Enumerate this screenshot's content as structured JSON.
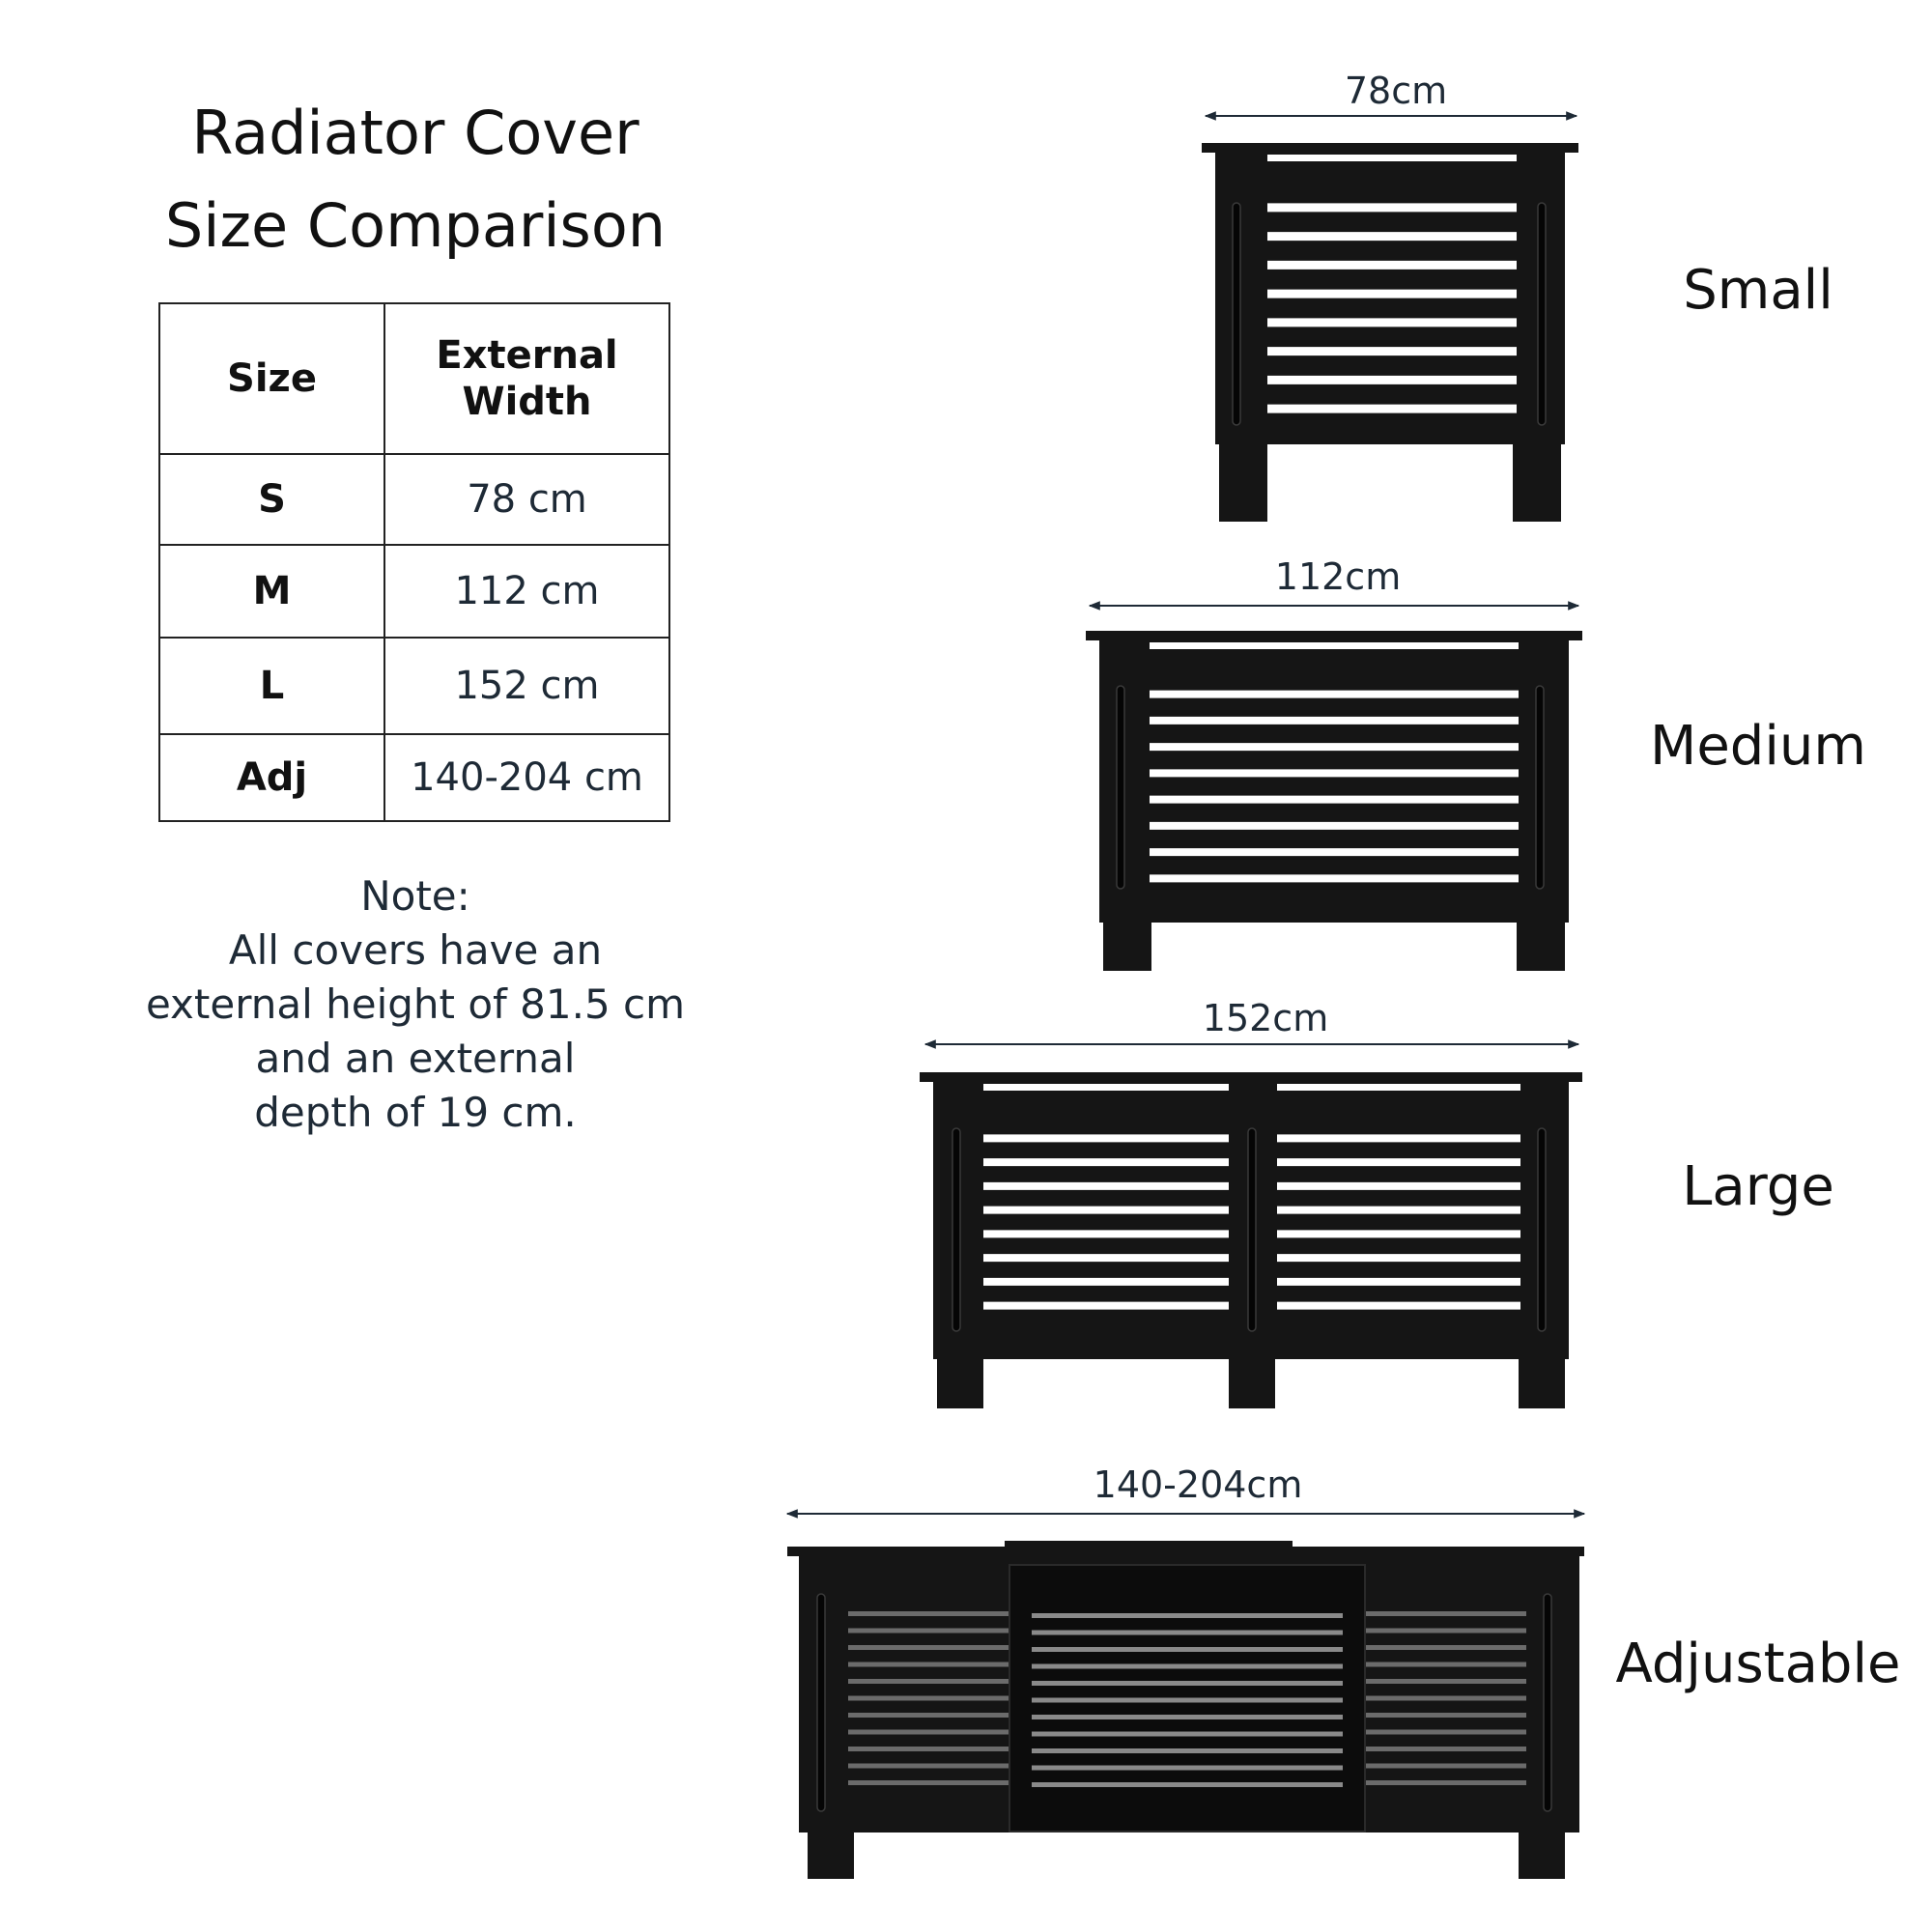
{
  "title": {
    "line1": "Radiator Cover",
    "line2": "Size Comparison"
  },
  "table": {
    "headers": {
      "size": "Size",
      "width_line1": "External",
      "width_line2": "Width"
    },
    "rows": [
      {
        "size": "S",
        "width": "78 cm"
      },
      {
        "size": "M",
        "width": "112 cm"
      },
      {
        "size": "L",
        "width": "152 cm"
      },
      {
        "size": "Adj",
        "width": "140-204 cm"
      }
    ]
  },
  "note": {
    "lines": [
      "Note:",
      "All covers have an",
      "external height of 81.5 cm",
      "and an external",
      "depth of 19 cm."
    ]
  },
  "covers": [
    {
      "dimension": "78cm",
      "label": "Small"
    },
    {
      "dimension": "112cm",
      "label": "Medium"
    },
    {
      "dimension": "152cm",
      "label": "Large"
    },
    {
      "dimension": "140-204cm",
      "label": "Adjustable"
    }
  ],
  "colors": {
    "cover": "#151515",
    "slot": "#ffffff",
    "dimension_line": "#1e2a36",
    "text": "#111111",
    "note_text": "#1e2a36"
  }
}
